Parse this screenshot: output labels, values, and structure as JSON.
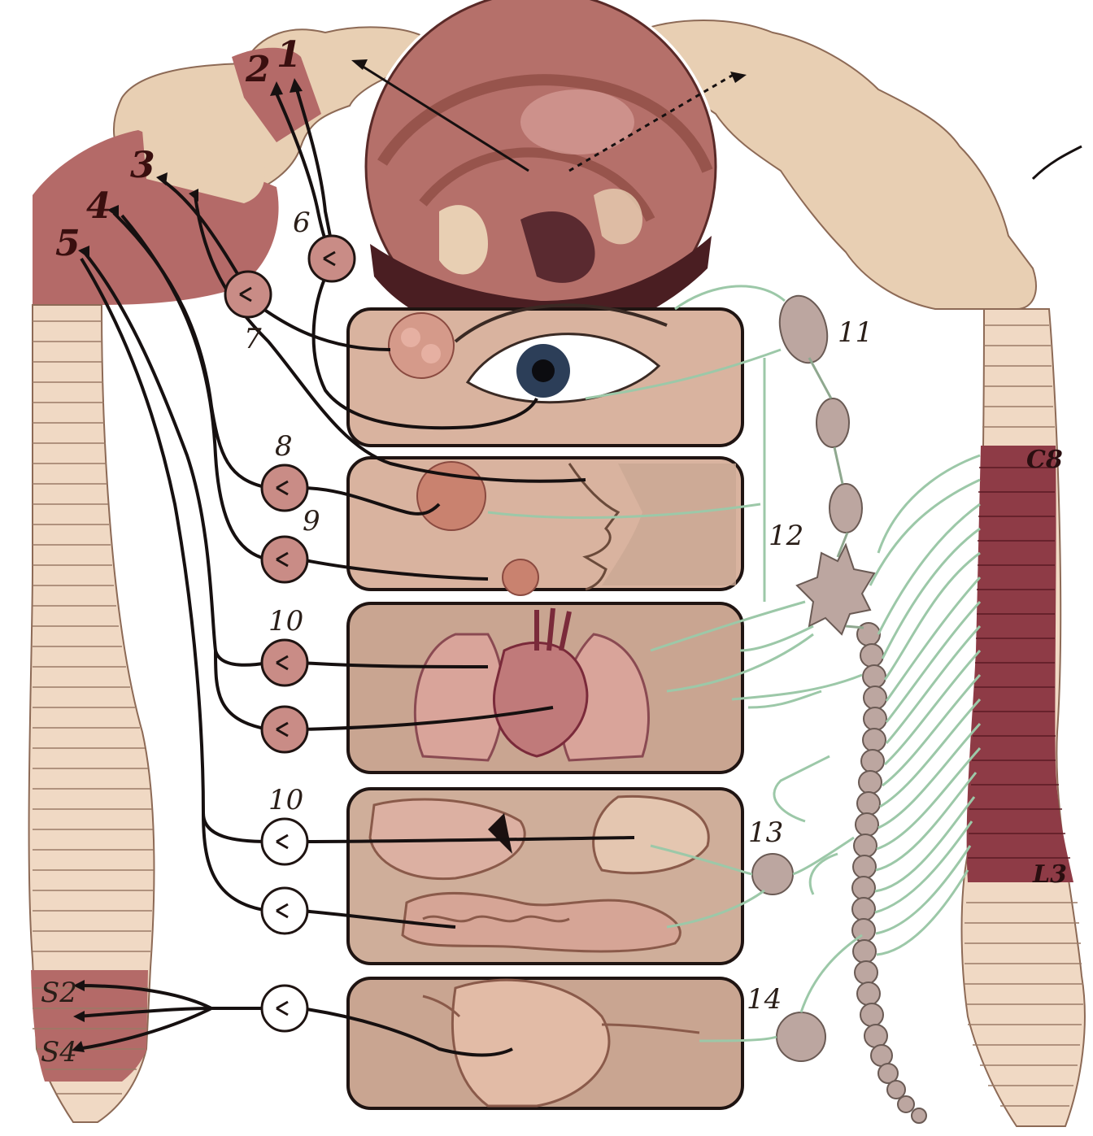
{
  "labels": {
    "l1": "1",
    "l2": "2",
    "l3": "3",
    "l4": "4",
    "l5": "5",
    "l6": "6",
    "l7": "7",
    "l8": "8",
    "l9": "9",
    "l10a": "10",
    "l10b": "10",
    "l11": "11",
    "l12": "12",
    "l13": "13",
    "l14": "14",
    "s2": "S2",
    "s4": "S4",
    "c8": "C8",
    "l3spine": "L3"
  },
  "colors": {
    "background": "#ffffff",
    "skin": "#e8cfb3",
    "parasympathetic_region": "#b46a68",
    "sympathetic_region": "#8e3b46",
    "black_nerve": "#161010",
    "green_nerve": "#9cc8a8",
    "ganglion": "#bca6a0",
    "panel_fill": "#d9b39f",
    "panel_border": "#1f1412"
  },
  "icons": [
    "brain-section-icon",
    "eye-icon",
    "face-icon",
    "heart-lungs-icon",
    "stomach-intestines-icon",
    "bladder-icon",
    "sympathetic-chain-icon"
  ]
}
